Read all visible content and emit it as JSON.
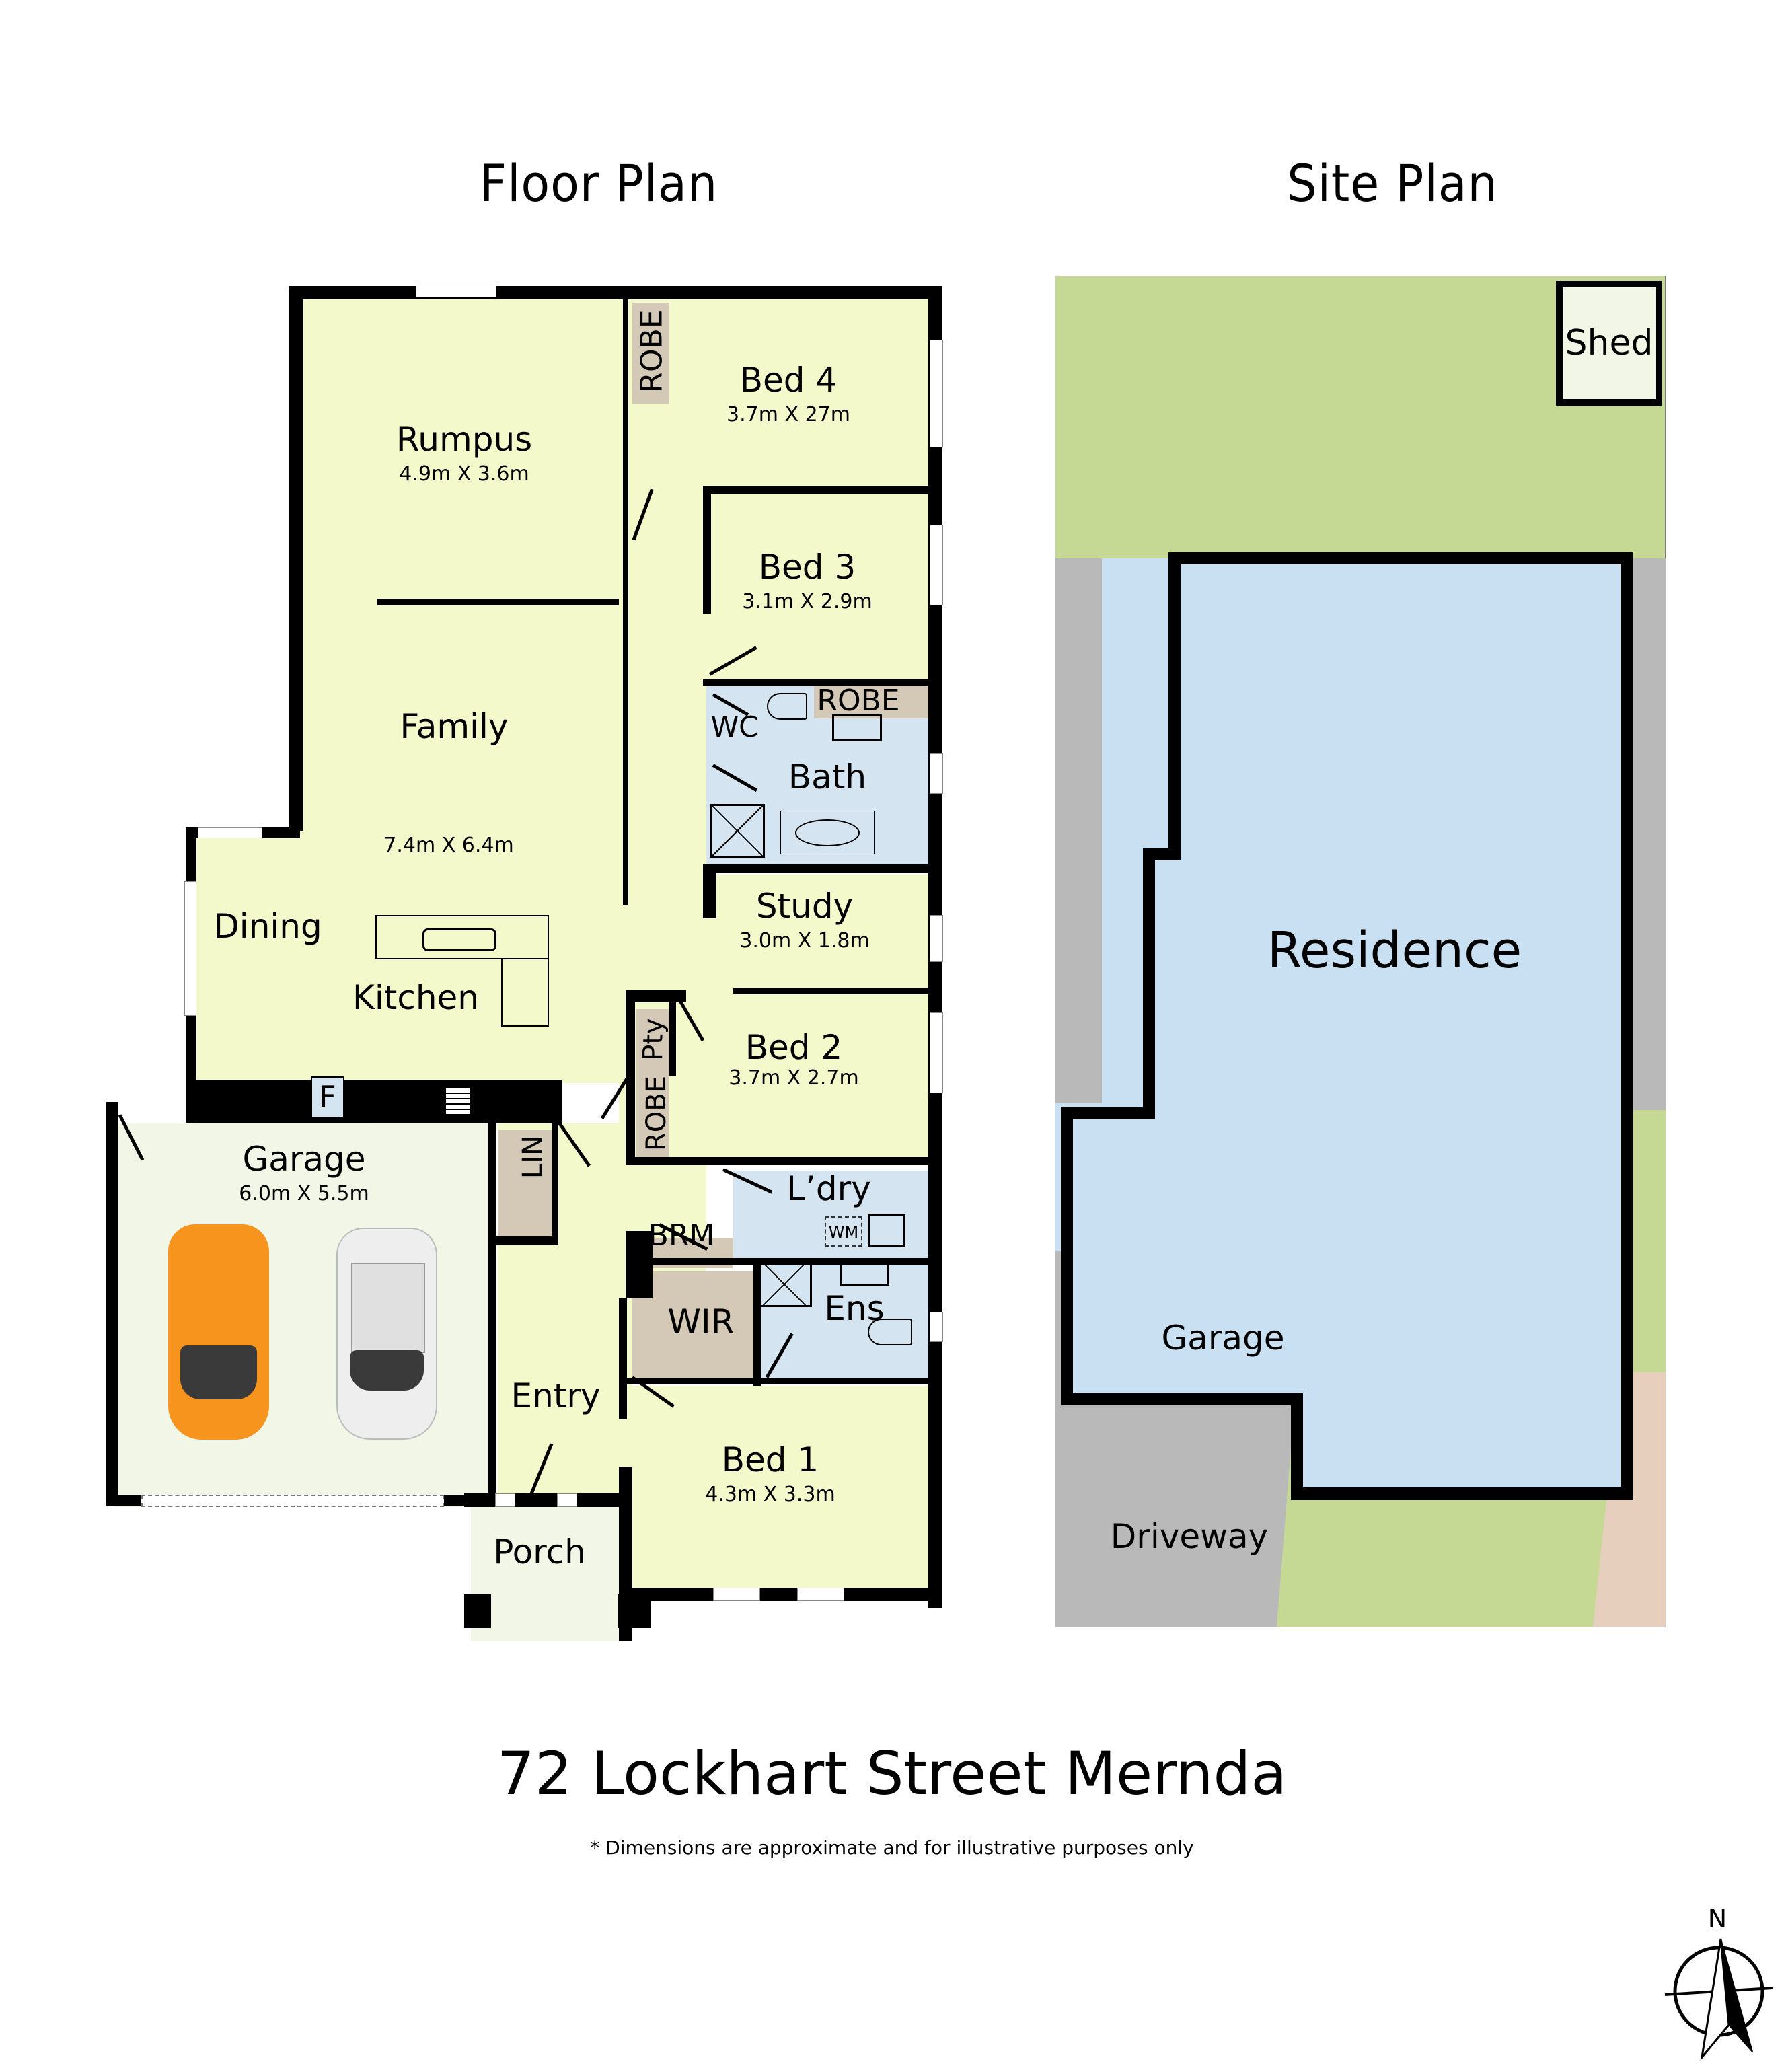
{
  "headings": {
    "floor_plan": "Floor Plan",
    "site_plan": "Site Plan"
  },
  "floor_plan": {
    "rooms": {
      "rumpus": {
        "name": "Rumpus",
        "dims": "4.9m X 3.6m"
      },
      "bed4": {
        "name": "Bed 4",
        "dims": "3.7m X 27m"
      },
      "bed3": {
        "name": "Bed 3",
        "dims": "3.1m X 2.9m"
      },
      "family": {
        "name": "Family",
        "dims": "7.4m X 6.4m"
      },
      "dining": {
        "name": "Dining"
      },
      "kitchen": {
        "name": "Kitchen"
      },
      "wc": {
        "name": "WC"
      },
      "bath": {
        "name": "Bath"
      },
      "study": {
        "name": "Study",
        "dims": "3.0m X 1.8m"
      },
      "bed2": {
        "name": "Bed 2",
        "dims": "3.7m X 2.7m"
      },
      "garage": {
        "name": "Garage",
        "dims": "6.0m X 5.5m"
      },
      "laundry": {
        "name": "L’dry"
      },
      "ensuite": {
        "name": "Ens"
      },
      "wir": {
        "name": "WIR"
      },
      "brm": {
        "name": "BRM"
      },
      "entry": {
        "name": "Entry"
      },
      "bed1": {
        "name": "Bed 1",
        "dims": "4.3m X 3.3m"
      },
      "porch": {
        "name": "Porch"
      },
      "robe_bed4": {
        "name": "ROBE"
      },
      "robe_bed3": {
        "name": "ROBE"
      },
      "robe_bed2": {
        "name": "ROBE"
      },
      "pantry": {
        "name": "Pty"
      },
      "linen": {
        "name": "LIN"
      },
      "fridge": {
        "name": "F"
      },
      "washing_machine": {
        "name": "WM"
      }
    },
    "cars": [
      {
        "color": "#f7941d",
        "label": "orange-car"
      },
      {
        "color": "#eeeeee",
        "label": "white-car"
      }
    ]
  },
  "site_plan": {
    "shed": "Shed",
    "residence": "Residence",
    "garage": "Garage",
    "driveway": "Driveway",
    "colors": {
      "lawn": "#c5d995",
      "paving": "#b9b9b9",
      "residence": "#c9e0f3",
      "path": "#e6cfbd",
      "shed": "#f1f6e6"
    }
  },
  "footer": {
    "address": "72 Lockhart Street Mernda",
    "disclaimer": "* Dimensions are approximate and for illustrative purposes only"
  },
  "compass": {
    "north_label": "N"
  }
}
